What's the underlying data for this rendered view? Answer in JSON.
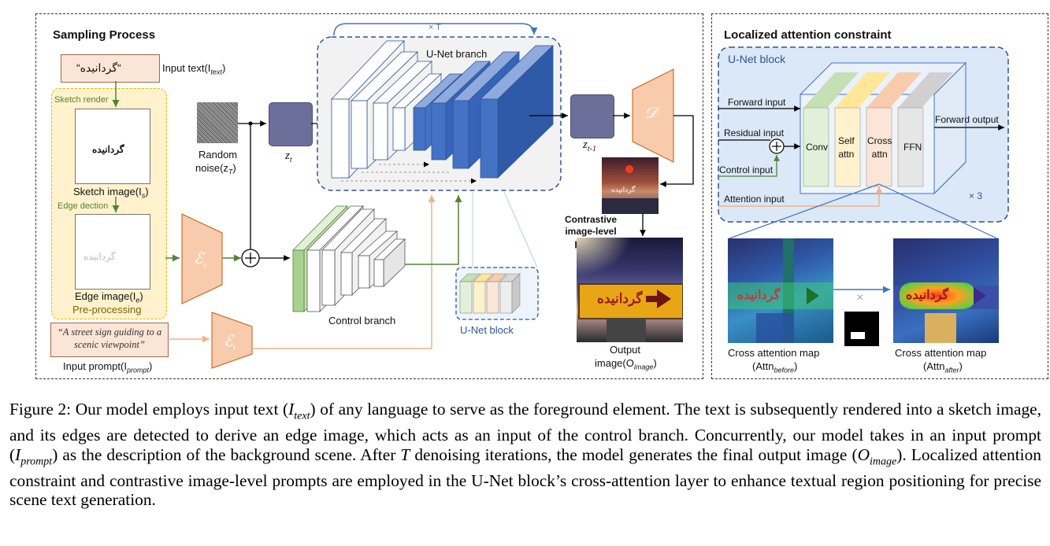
{
  "figure": {
    "left_panel": {
      "title": "Sampling Process",
      "input_text_value": "“گردانیده“",
      "input_text_label": "Input text(I",
      "input_text_sub": "text",
      "sketch_render": "Sketch render",
      "sketch_glyph": "گردانیده",
      "sketch_label": "Sketch image(I",
      "sketch_sub": "s",
      "edge_detection": "Edge dection",
      "edge_glyph": "گردانیده",
      "edge_label": "Edge image(I",
      "edge_sub": "e",
      "preprocessing": "Pre-processing",
      "prompt_text": "“A street sign guiding to a scenic viewpoint”",
      "prompt_label": "Input prompt(I",
      "prompt_sub": "prompt",
      "noise_label": "Random",
      "noise_label2": "noise(z",
      "noise_sub": "T",
      "zt": "z",
      "zt_sub": "t",
      "ztm1": "z",
      "ztm1_sub": "t-1",
      "encoder_c": "ℰ",
      "encoder_c_sub": "c",
      "encoder_t": "ℰ",
      "encoder_t_sub": "t",
      "decoder": "𝒟",
      "times_t": "× T",
      "unet_branch": "U-Net branch",
      "control_branch": "Control branch",
      "unet_block": "U-Net block",
      "contrastive_label": "Contrastive image-level prompt",
      "sign_text": "گردانیده",
      "output_label": "Output",
      "output_label2": "image(O",
      "output_sub": "image"
    },
    "right_panel": {
      "title": "Localized attention constraint",
      "unet_block": "U-Net block",
      "forward_input": "Forward input",
      "residual_input": "Residual input",
      "control_input": "Control input",
      "attention_input": "Attention input",
      "forward_output": "Forward output",
      "conv": "Conv",
      "self_attn_1": "Self",
      "self_attn_2": "attn",
      "cross_attn_1": "Cross",
      "cross_attn_2": "attn",
      "ffn": "FFN",
      "times_3": "× 3",
      "map_before_1": "Cross attention map",
      "map_before_2": "(Attn",
      "map_before_sub": "before",
      "map_after_1": "Cross attention map",
      "map_after_2": "(Attn",
      "map_after_sub": "after",
      "map_sign_text": "گردانیده",
      "multiply": "×"
    }
  },
  "caption": {
    "text": "Figure 2: Our model employs input text (I_text) of any language to serve as the foreground element. The text is subsequently rendered into a sketch image, and its edges are detected to derive an edge image, which acts as an input of the control branch. Concurrently, our model takes in an input prompt (I_prompt) as the description of the background scene. After T denoising iterations, the model generates the final output image (O_image). Localized attention constraint and contrastive image-level prompts are employed in the U-Net block’s cross-attention layer to enhance textual region positioning for precise scene text generation.",
    "p1": "Figure 2: Our model employs input text (",
    "v1": "I",
    "v1sub": "text",
    "p2": ") of any language to serve as the foreground element. The text is subsequently rendered into a sketch image, and its edges are detected to derive an edge image, which acts as an input of the control branch. Concurrently, our model takes in an input prompt (",
    "v2": "I",
    "v2sub": "prompt",
    "p3": ") as the description of the background scene. After ",
    "v3": "T",
    "p4": " denoising iterations, the model generates the final output image (",
    "v4": "O",
    "v4sub": "image",
    "p5": "). Localized attention constraint and contrastive image-level prompts are employed in the U-Net block’s cross-attention layer to enhance textual region positioning for precise scene text generation."
  },
  "colors": {
    "green": "#548235",
    "orange_fill": "#f8cbad",
    "orange_line": "#f4b183",
    "blue_dash": "#2f5597",
    "unet_fill": "#4472c4",
    "z_fill": "#6b6f9a",
    "yellow_panel": "#fff2cc",
    "yellow_border": "#e6b800",
    "gray_panel": "#f2f2f2",
    "blue_panel": "#dae8f7"
  }
}
